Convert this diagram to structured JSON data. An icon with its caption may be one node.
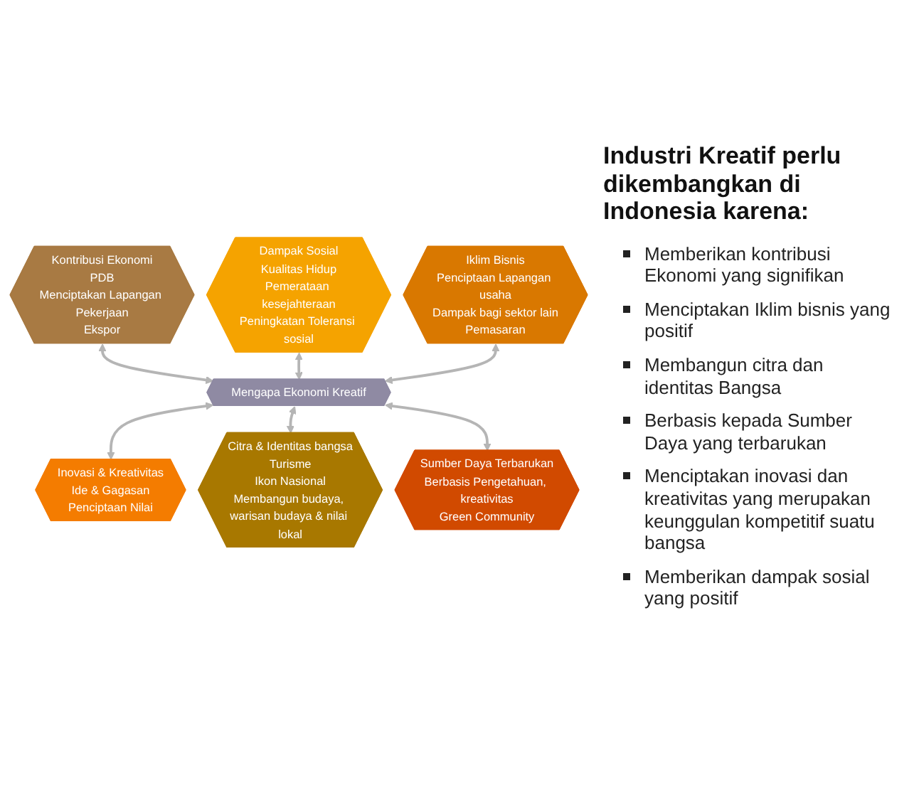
{
  "diagram": {
    "title": "Industri Kreatif perlu dikembangkan di Indonesia karena:",
    "nodes": [
      {
        "text": [
          "Kontribusi Ekonomi",
          "PDB",
          "Menciptakan Lapangan Pekerjaan",
          "Ekspor"
        ]
      },
      {
        "text": [
          "Dampak Sosial",
          "Kualitas Hidup",
          "Pemerataan kesejahteraan",
          "Peningkatan Toleransi sosial"
        ]
      },
      {
        "text": [
          "Iklim Bisnis",
          "Penciptaan Lapangan usaha",
          "Dampak bagi sektor lain",
          "Pemasaran"
        ]
      },
      {
        "text": [
          "Mengapa Ekonomi Kreatif"
        ]
      },
      {
        "text": [
          "Inovasi & Kreativitas",
          "Ide & Gagasan",
          "Penciptaan Nilai"
        ]
      },
      {
        "text": [
          "Citra & Identitas bangsa",
          "Turisme",
          "Ikon Nasional",
          "Membangun budaya, warisan budaya & nilai lokal"
        ]
      },
      {
        "text": [
          "Sumber Daya Terbarukan",
          "Berbasis Pengetahuan, kreativitas",
          "Green Community"
        ]
      }
    ],
    "edges": [
      {
        "from": 0,
        "to": 3,
        "arrow": "both"
      },
      {
        "from": 1,
        "to": 3,
        "arrow": "both"
      },
      {
        "from": 2,
        "to": 3,
        "arrow": "both"
      },
      {
        "from": 3,
        "to": 4,
        "arrow": "both"
      },
      {
        "from": 3,
        "to": 5,
        "arrow": "both"
      },
      {
        "from": 3,
        "to": 6,
        "arrow": "both"
      }
    ],
    "labels": [
      "Memberikan kontribusi Ekonomi yang signifikan",
      "Menciptakan Iklim bisnis yang positif",
      "Membangun citra dan identitas Bangsa",
      "Berbasis kepada Sumber Daya yang terbarukan",
      "Menciptakan inovasi dan kreativitas yang merupakan keunggulan kompetitif suatu bangsa",
      "Memberikan dampak sosial yang positif"
    ]
  }
}
